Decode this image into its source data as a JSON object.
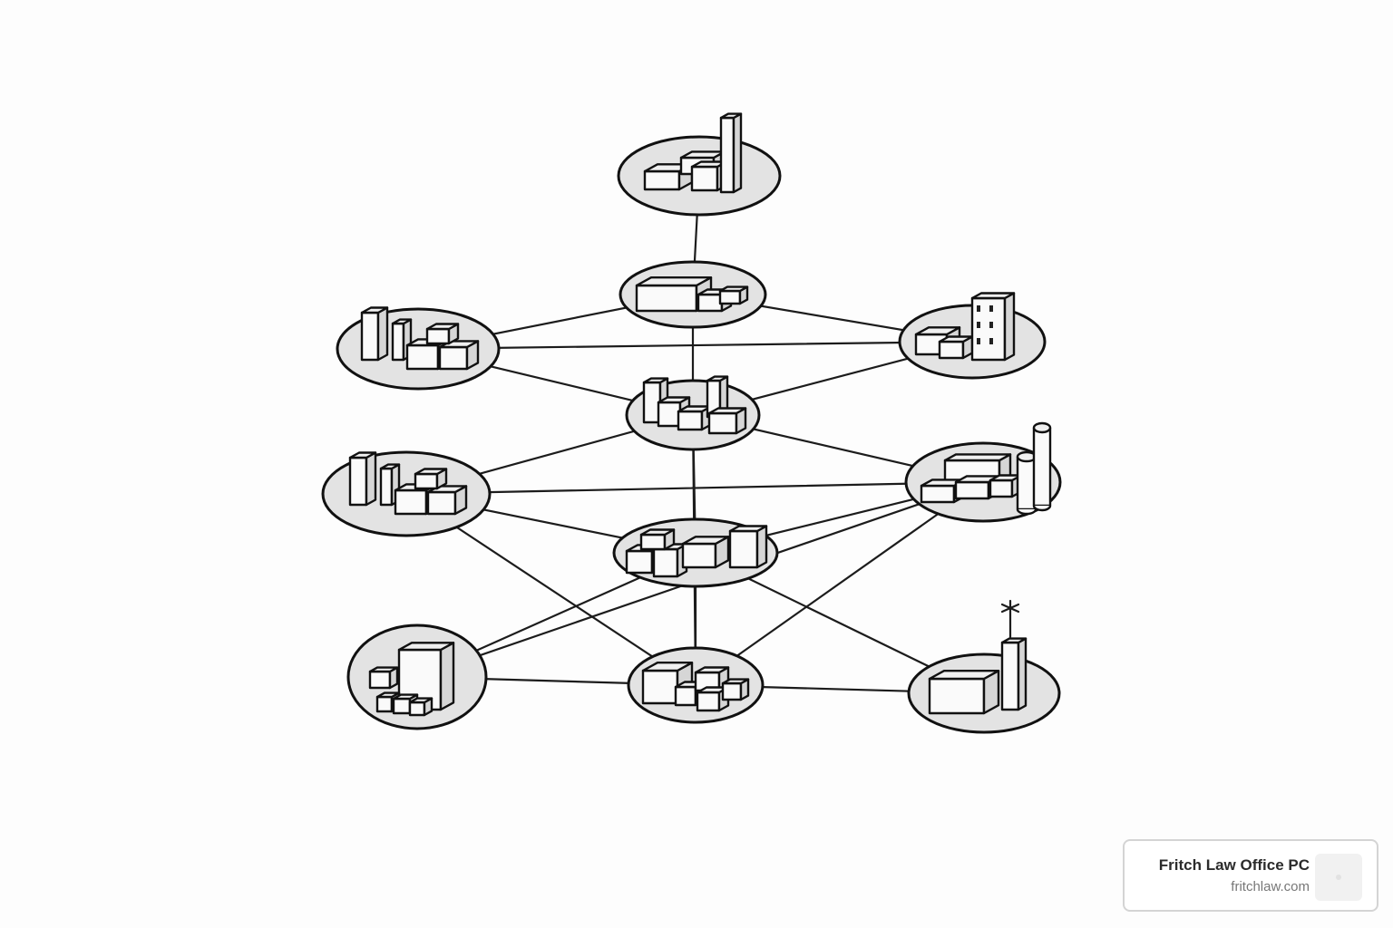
{
  "diagram": {
    "type": "network",
    "nodes": [
      {
        "id": "n-top",
        "icon": "office-tower-complex-icon"
      },
      {
        "id": "n-upper-center",
        "icon": "warehouse-icon"
      },
      {
        "id": "n-left-1",
        "icon": "city-block-icon"
      },
      {
        "id": "n-right-1",
        "icon": "office-building-icon"
      },
      {
        "id": "n-center",
        "icon": "city-cluster-icon"
      },
      {
        "id": "n-left-2",
        "icon": "city-block-icon"
      },
      {
        "id": "n-right-2",
        "icon": "factory-silo-icon"
      },
      {
        "id": "n-lower-center",
        "icon": "storage-depot-icon"
      },
      {
        "id": "n-left-3",
        "icon": "building-cubes-icon"
      },
      {
        "id": "n-bottom-center",
        "icon": "crates-icon"
      },
      {
        "id": "n-right-3",
        "icon": "factory-tower-icon"
      }
    ],
    "edges": [
      [
        "n-top",
        "n-upper-center"
      ],
      [
        "n-upper-center",
        "n-center"
      ],
      [
        "n-upper-center",
        "n-left-1"
      ],
      [
        "n-upper-center",
        "n-right-1"
      ],
      [
        "n-left-1",
        "n-center"
      ],
      [
        "n-left-1",
        "n-right-1"
      ],
      [
        "n-right-1",
        "n-center"
      ],
      [
        "n-center",
        "n-left-2"
      ],
      [
        "n-center",
        "n-right-2"
      ],
      [
        "n-center",
        "n-lower-center"
      ],
      [
        "n-center",
        "n-bottom-center"
      ],
      [
        "n-left-2",
        "n-right-2"
      ],
      [
        "n-left-2",
        "n-lower-center"
      ],
      [
        "n-left-2",
        "n-bottom-center"
      ],
      [
        "n-right-2",
        "n-lower-center"
      ],
      [
        "n-right-2",
        "n-bottom-center"
      ],
      [
        "n-right-2",
        "n-left-3"
      ],
      [
        "n-lower-center",
        "n-bottom-center"
      ],
      [
        "n-lower-center",
        "n-left-3"
      ],
      [
        "n-lower-center",
        "n-right-3"
      ],
      [
        "n-left-3",
        "n-bottom-center"
      ],
      [
        "n-bottom-center",
        "n-right-3"
      ]
    ]
  },
  "attribution": {
    "name": "Fritch Law Office PC",
    "url": "fritchlaw.com",
    "logo_icon": "firm-logo-icon"
  }
}
